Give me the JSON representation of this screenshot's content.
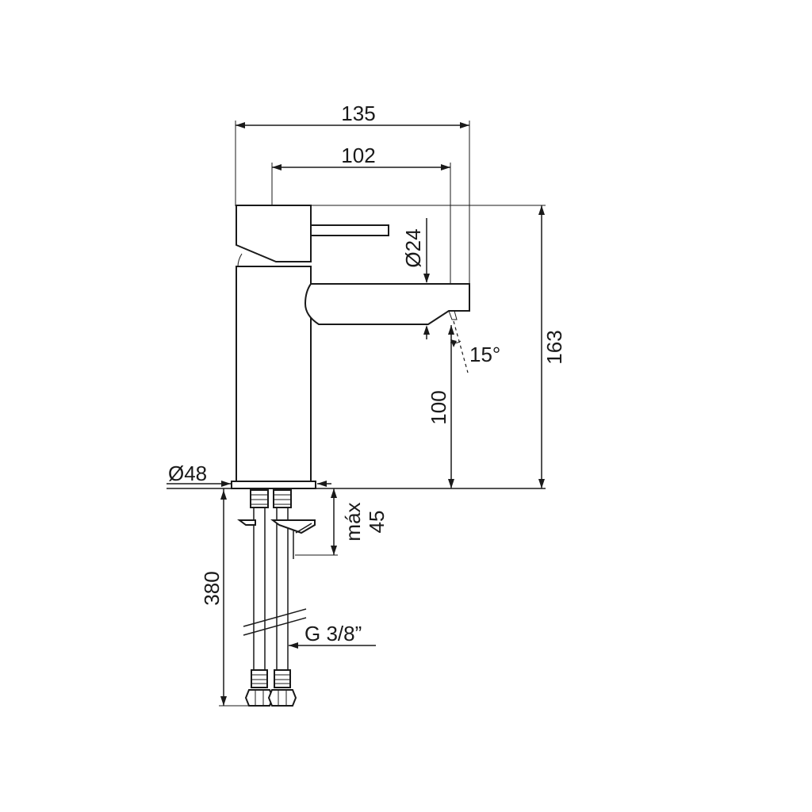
{
  "dimensions": {
    "overall_width": "135",
    "spout_reach": "102",
    "handle_diameter": "Ø24",
    "total_height": "163",
    "outlet_height": "100",
    "spout_angle": "15°",
    "base_diameter": "Ø48",
    "max_deck_thickness_label": "máx",
    "max_deck_thickness_value": "45",
    "hose_length": "380",
    "hose_thread": "G 3/8”"
  }
}
